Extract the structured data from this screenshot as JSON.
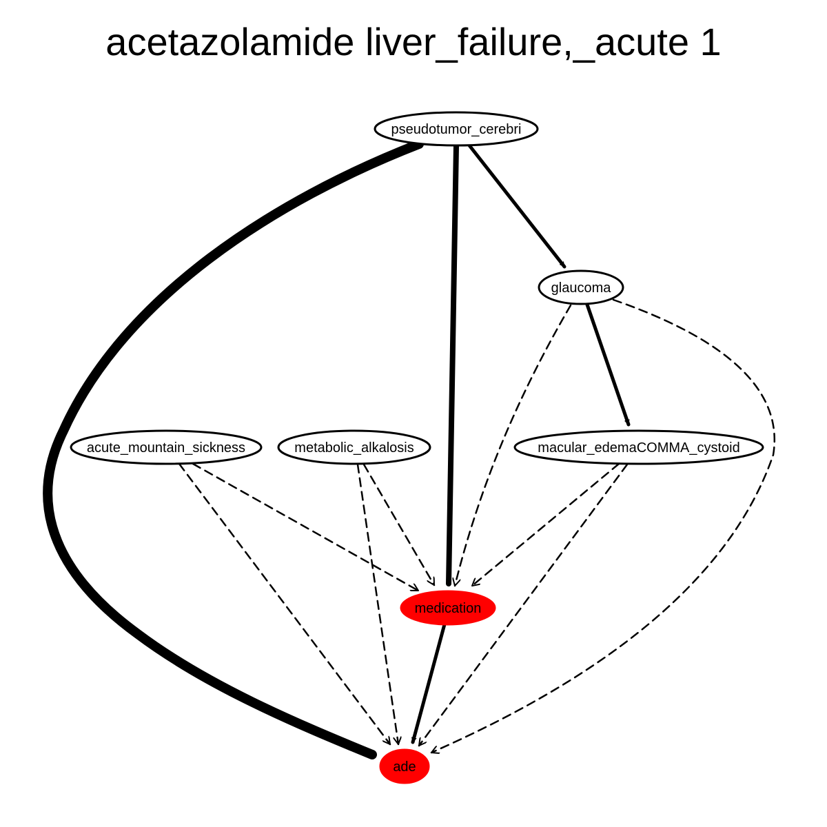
{
  "title": "acetazolamide liver_failure,_acute 1",
  "colors": {
    "highlight": "#ff0000",
    "stroke": "#000000",
    "background": "#ffffff"
  },
  "nodes": [
    {
      "id": "pseudotumor_cerebri",
      "label": "pseudotumor_cerebri",
      "highlighted": false
    },
    {
      "id": "glaucoma",
      "label": "glaucoma",
      "highlighted": false
    },
    {
      "id": "acute_mountain_sickness",
      "label": "acute_mountain_sickness",
      "highlighted": false
    },
    {
      "id": "metabolic_alkalosis",
      "label": "metabolic_alkalosis",
      "highlighted": false
    },
    {
      "id": "macular_edemaCOMMA_cystoid",
      "label": "macular_edemaCOMMA_cystoid",
      "highlighted": false
    },
    {
      "id": "medication",
      "label": "medication",
      "highlighted": true
    },
    {
      "id": "ade",
      "label": "ade",
      "highlighted": true
    }
  ],
  "edges": [
    {
      "from": "pseudotumor_cerebri",
      "to": "ade",
      "style": "solid",
      "weight": "heavy"
    },
    {
      "from": "pseudotumor_cerebri",
      "to": "medication",
      "style": "solid",
      "weight": "medium"
    },
    {
      "from": "pseudotumor_cerebri",
      "to": "glaucoma",
      "style": "solid",
      "weight": "light"
    },
    {
      "from": "glaucoma",
      "to": "macular_edemaCOMMA_cystoid",
      "style": "solid",
      "weight": "light"
    },
    {
      "from": "glaucoma",
      "to": "medication",
      "style": "dashed",
      "weight": "thin"
    },
    {
      "from": "glaucoma",
      "to": "ade",
      "style": "dashed",
      "weight": "thin"
    },
    {
      "from": "acute_mountain_sickness",
      "to": "medication",
      "style": "dashed",
      "weight": "thin"
    },
    {
      "from": "acute_mountain_sickness",
      "to": "ade",
      "style": "dashed",
      "weight": "thin"
    },
    {
      "from": "metabolic_alkalosis",
      "to": "medication",
      "style": "dashed",
      "weight": "thin"
    },
    {
      "from": "metabolic_alkalosis",
      "to": "ade",
      "style": "dashed",
      "weight": "thin"
    },
    {
      "from": "macular_edemaCOMMA_cystoid",
      "to": "medication",
      "style": "dashed",
      "weight": "thin"
    },
    {
      "from": "macular_edemaCOMMA_cystoid",
      "to": "ade",
      "style": "dashed",
      "weight": "thin"
    },
    {
      "from": "medication",
      "to": "ade",
      "style": "solid",
      "weight": "light"
    }
  ]
}
